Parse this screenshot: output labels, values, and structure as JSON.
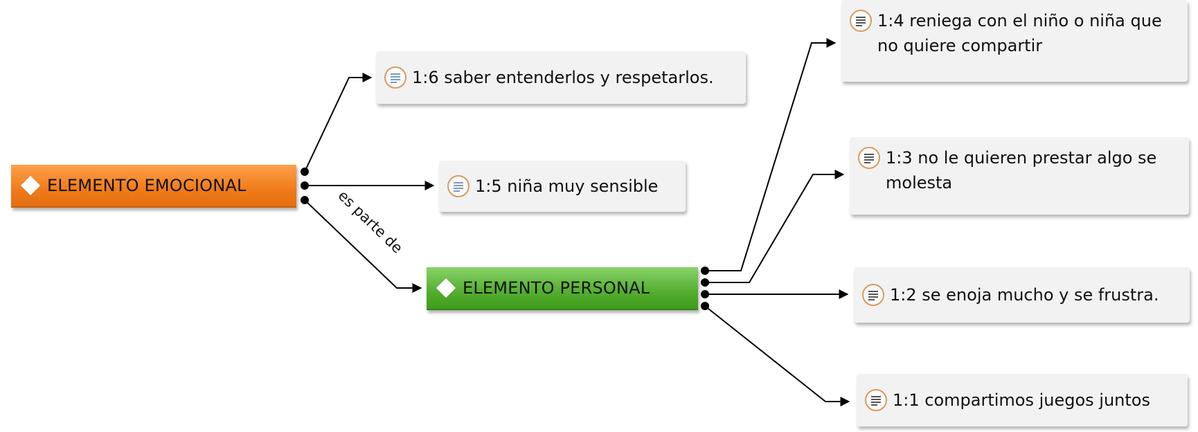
{
  "categories": [
    {
      "id": "emocional",
      "label": "ELEMENTO EMOCIONAL",
      "color": "#f07b1a"
    },
    {
      "id": "personal",
      "label": "ELEMENTO PERSONAL",
      "color": "#54ae2f"
    }
  ],
  "codes": [
    {
      "id": "c16",
      "label": "1:6 saber entenderlos y respetarlos."
    },
    {
      "id": "c15",
      "label": "1:5 niña muy sensible"
    },
    {
      "id": "c14",
      "label": "1:4 reniega con el niño o niña que no quiere compartir"
    },
    {
      "id": "c13",
      "label": "1:3 no le quieren prestar algo se molesta"
    },
    {
      "id": "c12",
      "label": "1:2 se enoja mucho y se frustra."
    },
    {
      "id": "c11",
      "label": "1:1 compartimos juegos juntos"
    }
  ],
  "relation_label": "es parte de",
  "icons": {
    "code": "document-icon",
    "category": "diamond-icon"
  }
}
